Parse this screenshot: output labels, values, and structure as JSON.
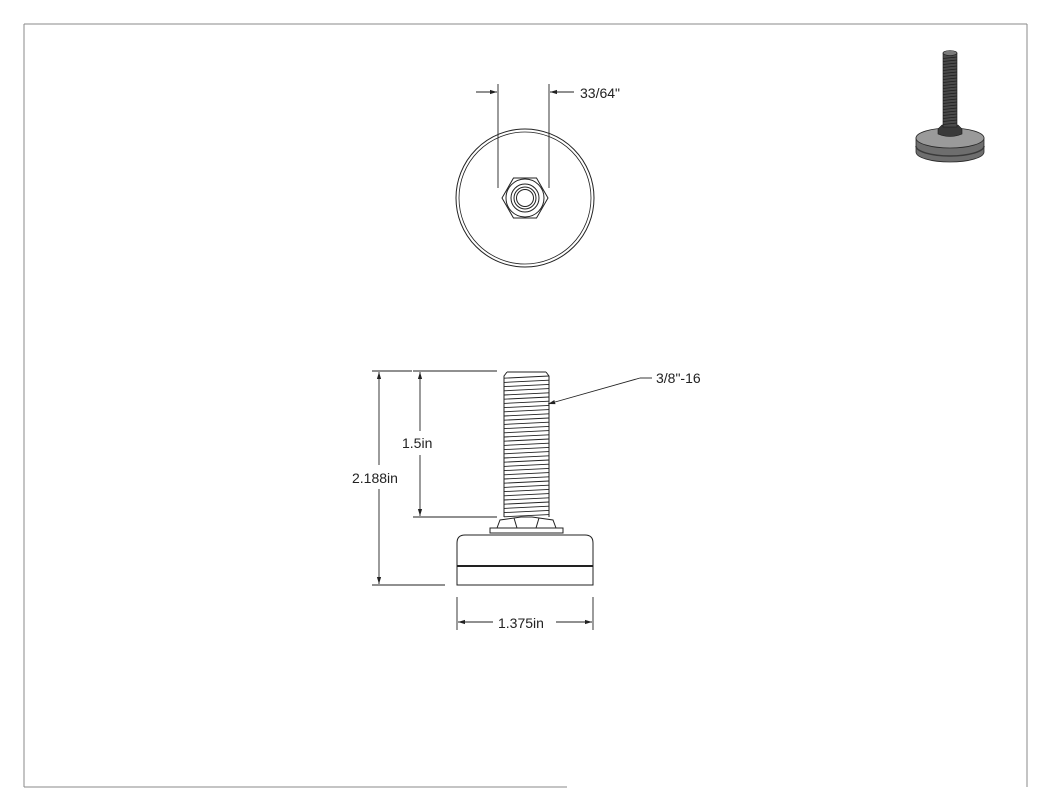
{
  "dimensions": {
    "hex_width": "33/64\"",
    "thread_spec": "3/8\"-16",
    "thread_length": "1.5in",
    "overall_height": "2.188in",
    "base_diameter": "1.375in"
  },
  "colors": {
    "line": "#222222",
    "border": "#8a8a8a",
    "iso_dark": "#3a3a3a",
    "iso_mid": "#6e6e6e",
    "iso_light": "#9a9a9a"
  }
}
